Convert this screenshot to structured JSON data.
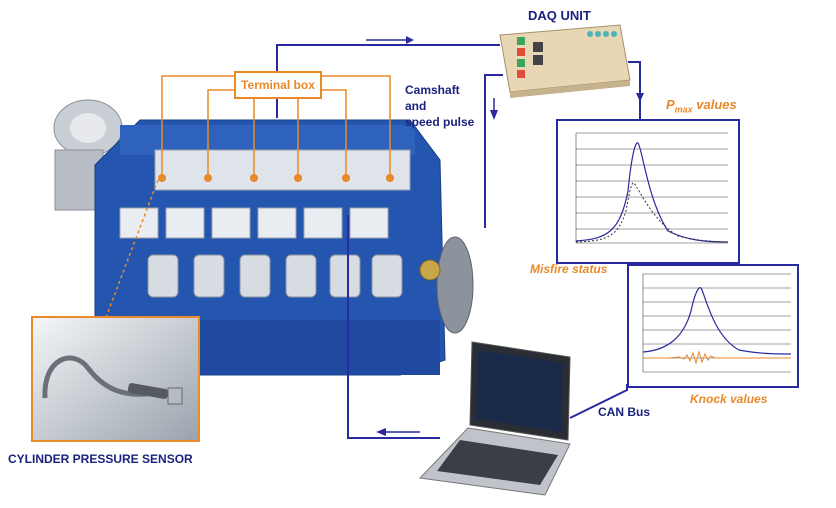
{
  "labels": {
    "daq_unit": "DAQ UNIT",
    "terminal_box": "Terminal box",
    "camshaft_line1": "Camshaft",
    "camshaft_line2": "and",
    "camshaft_line3": "speed pulse",
    "pmax_p": "P",
    "pmax_sub": "max",
    "pmax_rest": " values",
    "misfire_status": "Misfire status",
    "knock_values": "Knock values",
    "can_bus": "CAN Bus",
    "sensor_caption": "CYLINDER PRESSURE SENSOR"
  },
  "colors": {
    "accent_orange": "#e8892a",
    "line_blue": "#2a2aa0",
    "engine_blue": "#2456b0",
    "label_navy": "#1a237e"
  },
  "icons": {
    "engine": "diesel-engine-illustration",
    "daq": "daq-unit-box",
    "laptop": "laptop-computer",
    "sensor": "pressure-sensor-cable"
  }
}
